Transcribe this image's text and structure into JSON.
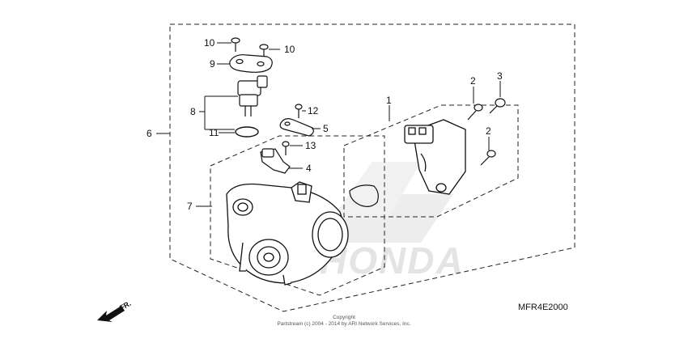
{
  "diagram": {
    "brand_watermark": "HONDA",
    "callouts": {
      "c10a": "10",
      "c10b": "10",
      "c9": "9",
      "c8": "8",
      "c11": "11",
      "c6": "6",
      "c7": "7",
      "c12": "12",
      "c5": "5",
      "c13": "13",
      "c4": "4",
      "c1": "1",
      "c2a": "2",
      "c3": "3",
      "c2b": "2"
    },
    "direction_label": "FR.",
    "diagram_code": "MFR4E2000",
    "copyright_line1": "Copyright",
    "copyright_line2": "Partstream (c) 2004 - 2014 by ARI Network Services, Inc."
  }
}
